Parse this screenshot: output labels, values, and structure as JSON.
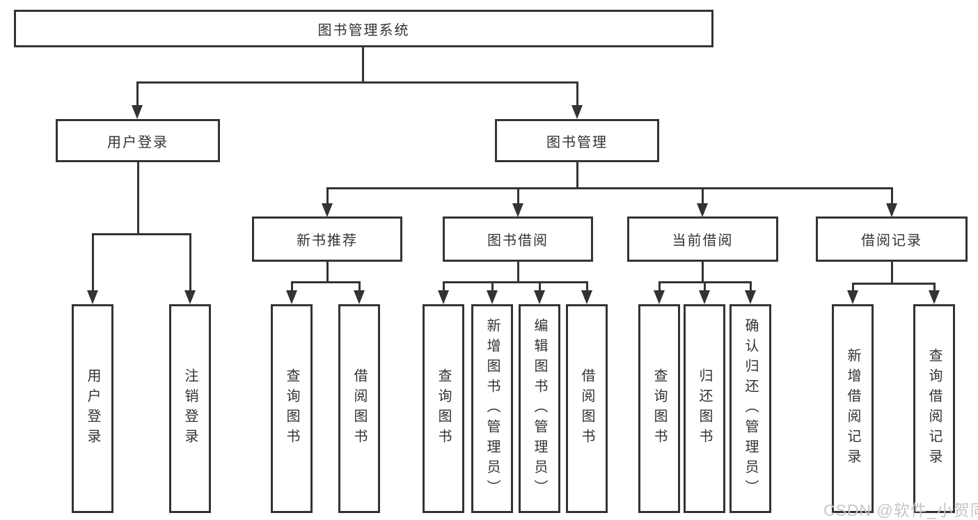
{
  "diagram": {
    "root": {
      "label": "图书管理系统"
    },
    "level1": [
      {
        "label": "用户登录"
      },
      {
        "label": "图书管理"
      }
    ],
    "level2": [
      {
        "label": "新书推荐"
      },
      {
        "label": "图书借阅"
      },
      {
        "label": "当前借阅"
      },
      {
        "label": "借阅记录"
      }
    ],
    "leaves": {
      "user_login": [
        {
          "label": "用户登录"
        },
        {
          "label": "注销登录"
        }
      ],
      "new_book_recommend": [
        {
          "label": "查询图书"
        },
        {
          "label": "借阅图书"
        }
      ],
      "book_borrow": [
        {
          "label": "查询图书"
        },
        {
          "label": "新增图书（管理员）"
        },
        {
          "label": "编辑图书（管理员）"
        },
        {
          "label": "借阅图书"
        }
      ],
      "current_borrow": [
        {
          "label": "查询图书"
        },
        {
          "label": "归还图书"
        },
        {
          "label": "确认归还（管理员）"
        }
      ],
      "borrow_records": [
        {
          "label": "新增借阅记录"
        },
        {
          "label": "查询借阅记录"
        }
      ]
    },
    "watermark": "CSDN @软件_小贺同学",
    "colors": {
      "line": "#333333",
      "text": "#333333",
      "background": "#ffffff",
      "watermark": "#c6c6c6"
    }
  }
}
